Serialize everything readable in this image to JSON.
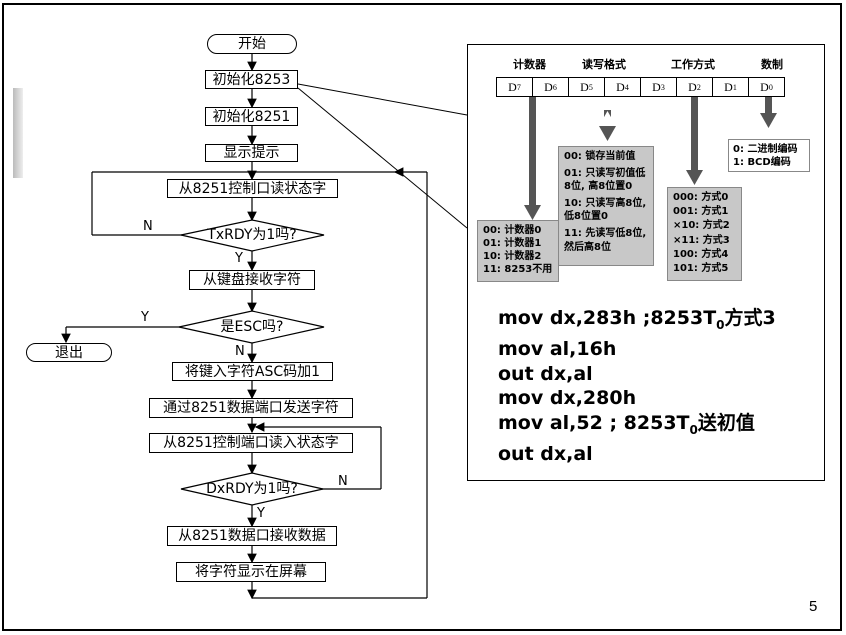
{
  "flowchart": {
    "start": "开始",
    "init_8253": "初始化8253",
    "init_8251": "初始化8251",
    "show_prompt": "显示提示",
    "read_status_1": "从8251控制口读状态字",
    "txrdy_question": "TxRDY为1吗?",
    "receive_key": "从键盘接收字符",
    "esc_question": "是ESC吗?",
    "exit": "退出",
    "add_one": "将键入字符ASC码加1",
    "send_char": "通过8251数据端口发送字符",
    "read_status_2": "从8251控制端口读入状态字",
    "rxrdy_question": "DxRDY为1吗?",
    "receive_data": "从8251数据口接收数据",
    "display_char": "将字符显示在屏幕",
    "branch_n": "N",
    "branch_y": "Y"
  },
  "control_word": {
    "headers": {
      "counter": "计数器",
      "rw_format": "读写格式",
      "mode": "工作方式",
      "numbering": "数制"
    },
    "bits": [
      {
        "main": "D",
        "sub": "7"
      },
      {
        "main": "D",
        "sub": "6"
      },
      {
        "main": "D",
        "sub": "5"
      },
      {
        "main": "D",
        "sub": "4"
      },
      {
        "main": "D",
        "sub": "3"
      },
      {
        "main": "D",
        "sub": "2"
      },
      {
        "main": "D",
        "sub": "1"
      },
      {
        "main": "D",
        "sub": "0"
      }
    ],
    "counter_options": [
      "00: 计数器0",
      "01: 计数器1",
      "10: 计数器2",
      "11: 8253不用"
    ],
    "rw_options": [
      "00: 锁存当前值",
      "01: 只读写初值低",
      "8位, 高8位置0",
      "10: 只读写高8位,",
      "低8位置0",
      "11: 先读写低8位,",
      "然后高8位"
    ],
    "mode_options": [
      "000: 方式0",
      "001: 方式1",
      "×10: 方式2",
      "×11: 方式3",
      "100: 方式4",
      "101: 方式5"
    ],
    "numbering_options": [
      "0: 二进制编码",
      "1: BCD编码"
    ]
  },
  "code": {
    "line1_pre": "mov dx,283h ;8253T",
    "line1_sub": "0",
    "line1_post": "方式3",
    "line2": "mov al,16h",
    "line3": "out dx,al",
    "line4": "mov dx,280h",
    "line5_pre": "mov al,52 ; 8253T",
    "line5_sub": "0",
    "line5_post": "送初值",
    "line6": "out dx,al"
  },
  "page_number": "5"
}
